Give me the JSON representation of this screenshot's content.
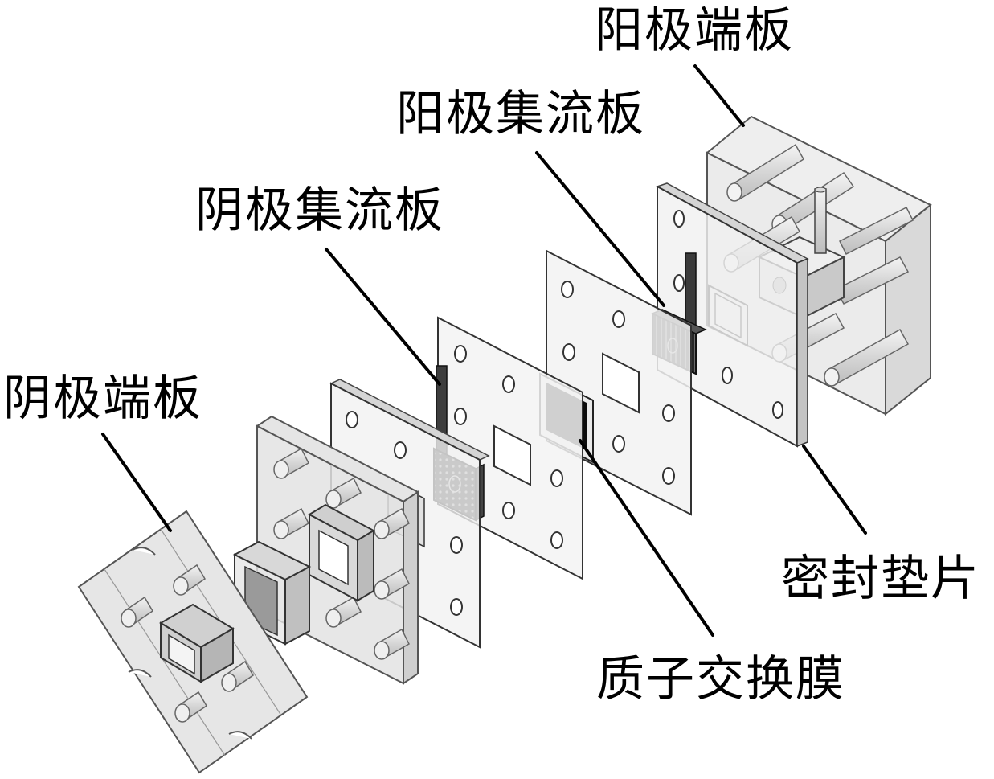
{
  "labels": {
    "anode_end_plate": "阳极端板",
    "anode_current_collector": "阳极集流板",
    "cathode_current_collector": "阴极集流板",
    "cathode_end_plate": "阴极端板",
    "gasket": "密封垫片",
    "proton_exchange_membrane": "质子交换膜"
  },
  "colors": {
    "line": "#000000",
    "plate_fill": "#ededed",
    "block_fill": "#dcdcdc",
    "tube_fill": "#e2e2e2",
    "dark_part": "#2a2a2a",
    "membrane_center": "#0a0a0a"
  }
}
